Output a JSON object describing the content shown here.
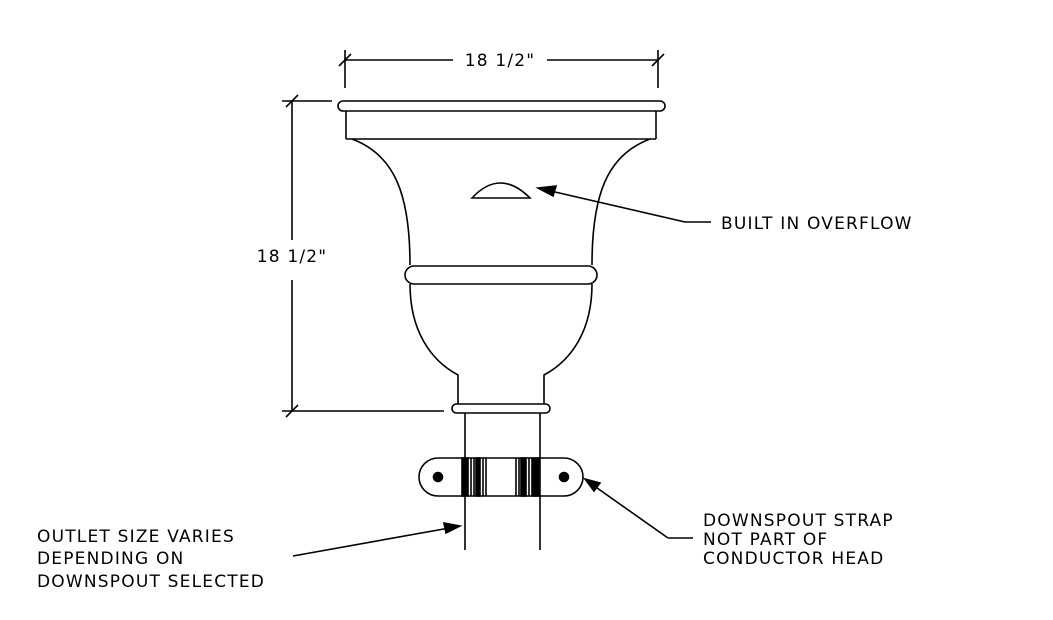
{
  "dimensions": {
    "width_label": "18 1/2\"",
    "height_label": "18 1/2\""
  },
  "annotations": {
    "overflow": "BUILT IN OVERFLOW",
    "outlet": [
      "OUTLET SIZE VARIES",
      "DEPENDING ON",
      "DOWNSPOUT SELECTED"
    ],
    "strap": [
      "DOWNSPOUT STRAP",
      "NOT PART OF",
      "CONDUCTOR HEAD"
    ]
  }
}
